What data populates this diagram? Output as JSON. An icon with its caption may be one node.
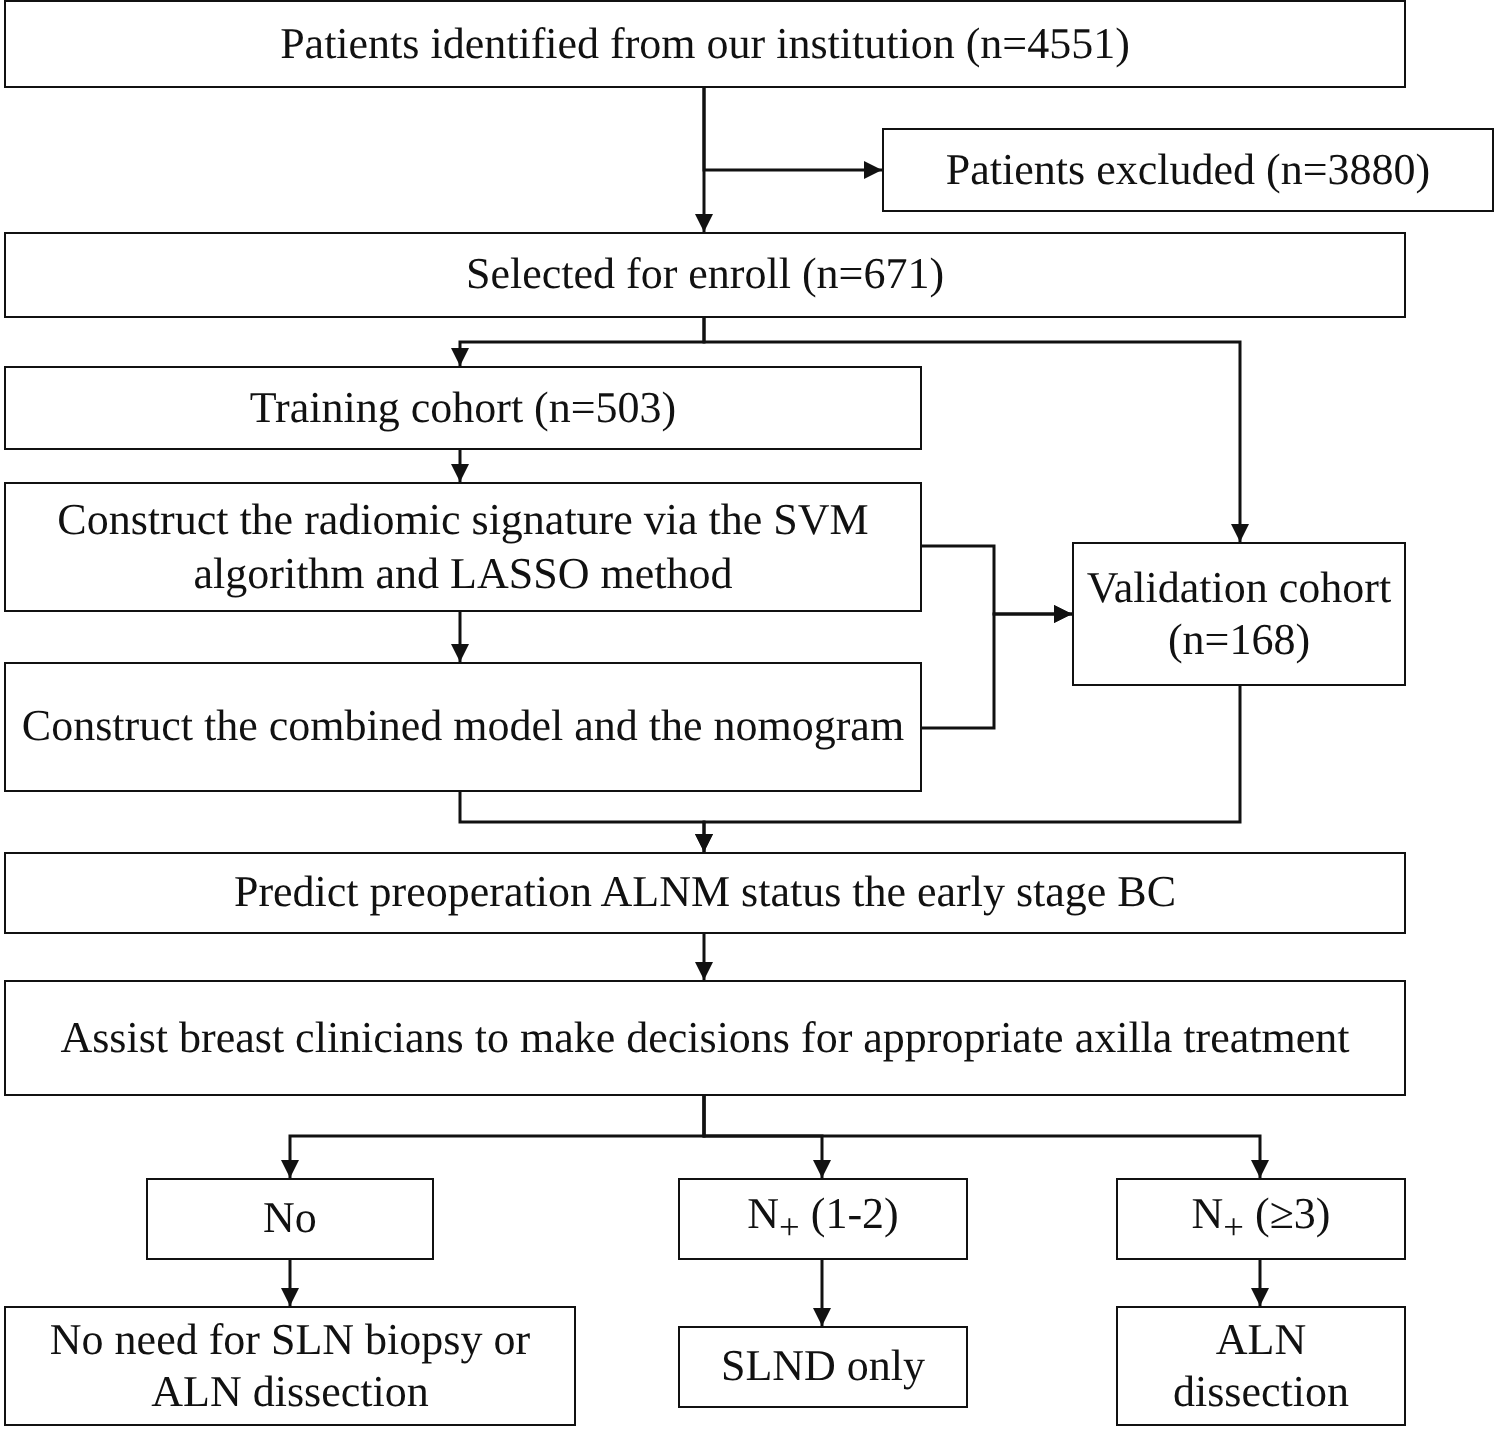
{
  "diagram": {
    "nodes": [
      {
        "text": [
          "Patients identified from our institution (n=4551)"
        ]
      },
      {
        "text": [
          "Patients excluded (n=3880)"
        ]
      },
      {
        "text": [
          "Selected for enroll (n=671)"
        ]
      },
      {
        "text": [
          "Training cohort (n=503)"
        ]
      },
      {
        "text": [
          "Construct the radiomic signature via the SVM algorithm and LASSO method"
        ]
      },
      {
        "text": [
          "Construct the combined model and the nomogram"
        ]
      },
      {
        "text": [
          "Validation cohort (n=168)"
        ]
      },
      {
        "text": [
          "Predict preoperation ALNM status the early stage BC"
        ]
      },
      {
        "text": [
          "Assist breast clinicians to make decisions for appropriate axilla treatment"
        ]
      },
      {
        "text": [
          "No"
        ]
      },
      {
        "text": [
          "N$_{+}$ (1-2)"
        ]
      },
      {
        "text": [
          "N$_{+}$ (≥3)"
        ]
      },
      {
        "text": [
          "No need for SLN biopsy or ALN dissection"
        ]
      },
      {
        "text": [
          "SLND only"
        ]
      },
      {
        "text": [
          "ALN dissection"
        ]
      }
    ],
    "edges": [
      {
        "from": 0,
        "to": 1,
        "arrow": "to"
      },
      {
        "from": 0,
        "to": 2,
        "arrow": "to"
      },
      {
        "from": 2,
        "to": 3,
        "arrow": "to"
      },
      {
        "from": 2,
        "to": 6,
        "arrow": "to"
      },
      {
        "from": 3,
        "to": 4,
        "arrow": "to"
      },
      {
        "from": 4,
        "to": 5,
        "arrow": "to"
      },
      {
        "from": 4,
        "to": 6,
        "arrow": "to"
      },
      {
        "from": 5,
        "to": 6,
        "arrow": "to"
      },
      {
        "from": 5,
        "to": 7,
        "arrow": "to"
      },
      {
        "from": 6,
        "to": 7,
        "arrow": "to"
      },
      {
        "from": 7,
        "to": 8,
        "arrow": "to"
      },
      {
        "from": 8,
        "to": 9,
        "arrow": "to"
      },
      {
        "from": 8,
        "to": 10,
        "arrow": "to"
      },
      {
        "from": 8,
        "to": 11,
        "arrow": "to"
      },
      {
        "from": 9,
        "to": 12,
        "arrow": "to"
      },
      {
        "from": 10,
        "to": 13,
        "arrow": "to"
      },
      {
        "from": 11,
        "to": 14,
        "arrow": "to"
      }
    ]
  }
}
